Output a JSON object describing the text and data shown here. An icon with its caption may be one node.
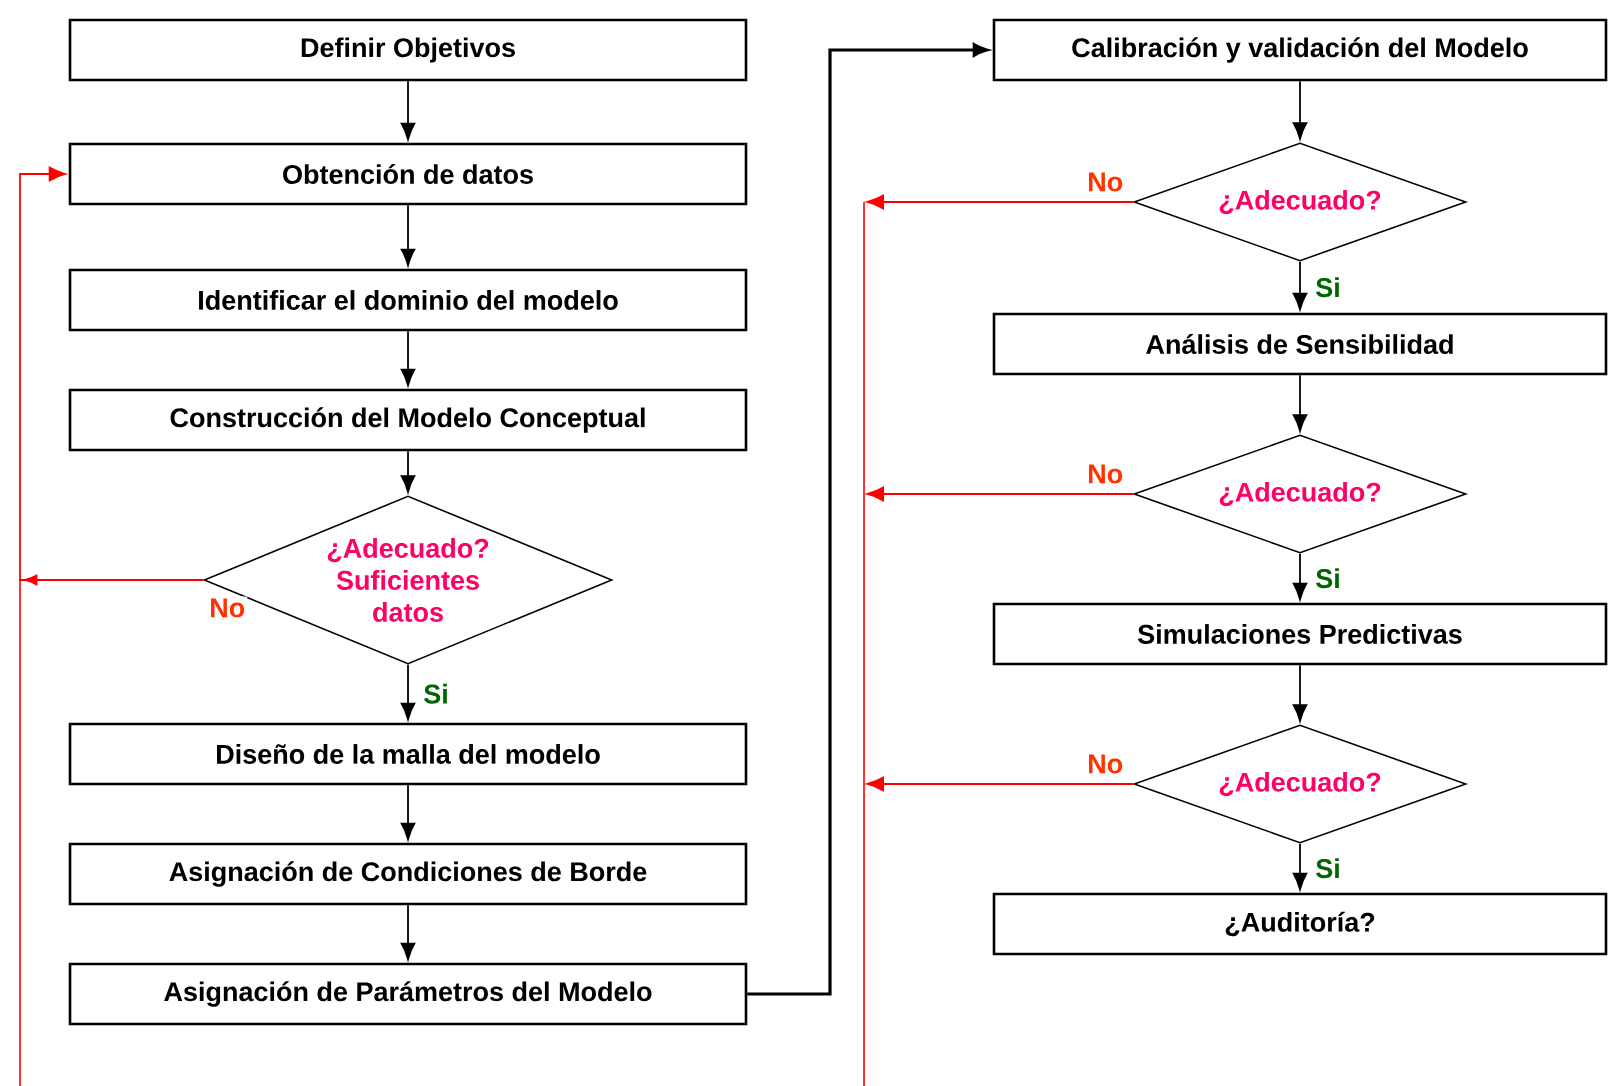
{
  "diagram": {
    "nodes": [
      {
        "text": [
          "Definir Objetivos"
        ]
      },
      {
        "text": [
          "Obtención de datos"
        ]
      },
      {
        "text": [
          "Identificar el dominio del modelo"
        ]
      },
      {
        "text": [
          "Construcción del Modelo Conceptual"
        ]
      },
      {
        "text": [
          "¿Adecuado? Suficientes datos"
        ]
      },
      {
        "text": [
          "Diseño de la malla del modelo"
        ]
      },
      {
        "text": [
          "Asignación de Condiciones de Borde"
        ]
      },
      {
        "text": [
          "Asignación de Parámetros del Modelo"
        ]
      },
      {
        "text": [
          "Calibración y validación del Modelo"
        ]
      },
      {
        "text": [
          "¿Adecuado?"
        ]
      },
      {
        "text": [
          "Análisis de Sensibilidad"
        ]
      },
      {
        "text": [
          "¿Adecuado?"
        ]
      },
      {
        "text": [
          "Simulaciones Predictivas"
        ]
      },
      {
        "text": [
          "¿Adecuado?"
        ]
      },
      {
        "text": [
          "¿Auditoría?"
        ]
      }
    ],
    "edges": [
      {
        "from": 0,
        "to": 1,
        "arrow": "to"
      },
      {
        "from": 1,
        "to": 2,
        "arrow": "to"
      },
      {
        "from": 2,
        "to": 3,
        "arrow": "to"
      },
      {
        "from": 3,
        "to": 4,
        "arrow": "to"
      },
      {
        "from": 4,
        "to": 5,
        "arrow": "to",
        "label": "Si"
      },
      {
        "from": 4,
        "to": 1,
        "arrow": "to",
        "label": "No",
        "color": "#ff0000"
      },
      {
        "from": 5,
        "to": 6,
        "arrow": "to"
      },
      {
        "from": 6,
        "to": 7,
        "arrow": "to"
      },
      {
        "from": 7,
        "to": 8,
        "arrow": "to"
      },
      {
        "from": 8,
        "to": 9,
        "arrow": "to"
      },
      {
        "from": 9,
        "to": 10,
        "arrow": "to",
        "label": "Si"
      },
      {
        "from": 9,
        "to": null,
        "arrow": "to",
        "label": "No",
        "color": "#ff0000"
      },
      {
        "from": 10,
        "to": 11,
        "arrow": "to"
      },
      {
        "from": 11,
        "to": 12,
        "arrow": "to",
        "label": "Si"
      },
      {
        "from": 11,
        "to": null,
        "arrow": "to",
        "label": "No",
        "color": "#ff0000"
      },
      {
        "from": 12,
        "to": 13,
        "arrow": "to"
      },
      {
        "from": 13,
        "to": 14,
        "arrow": "to",
        "label": "Si"
      },
      {
        "from": 13,
        "to": null,
        "arrow": "to",
        "label": "No",
        "color": "#ff0000"
      }
    ]
  }
}
